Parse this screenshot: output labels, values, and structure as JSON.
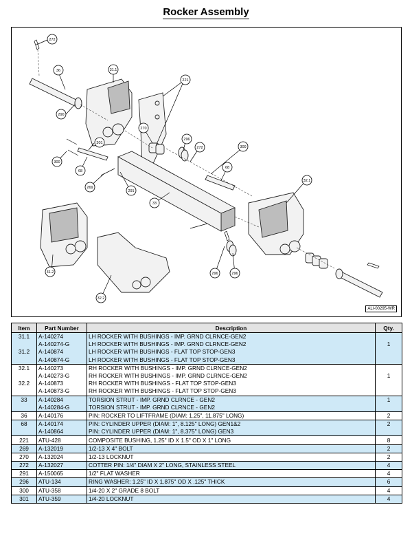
{
  "title": "Rocker Assembly",
  "drawing_number": "ALI-00295-WR",
  "callouts": [
    "272",
    "36",
    "31.1",
    "290",
    "221",
    "270",
    "301",
    "300",
    "68",
    "269",
    "291",
    "296",
    "33",
    "31.2",
    "32.1",
    "32.2",
    "272",
    "296",
    "300",
    "296"
  ],
  "table": {
    "headers": {
      "item": "Item",
      "part_number": "Part Number",
      "description": "Description",
      "qty": "Qty."
    },
    "rows": [
      {
        "item": "31.1",
        "part": "A-140274",
        "desc": "LH ROCKER WITH BUSHINGS - IMP. GRND CLRNCE-GEN2",
        "qty": ""
      },
      {
        "item": "",
        "part": "A-140274-G",
        "desc": "LH ROCKER WITH BUSHINGS - IMP. GRND CLRNCE-GEN2",
        "qty": "1"
      },
      {
        "item": "31.2",
        "part": "A-140874",
        "desc": "LH ROCKER WITH BUSHINGS - FLAT TOP STOP-GEN3",
        "qty": ""
      },
      {
        "item": "",
        "part": "A-140874-G",
        "desc": "LH ROCKER WITH BUSHINGS - FLAT TOP STOP-GEN3",
        "qty": ""
      },
      {
        "item": "32.1",
        "part": "A-140273",
        "desc": "RH ROCKER WITH BUSHINGS - IMP. GRND CLRNCE-GEN2",
        "qty": ""
      },
      {
        "item": "",
        "part": "A-140273-G",
        "desc": "RH ROCKER WITH BUSHINGS - IMP. GRND CLRNCE-GEN2",
        "qty": "1"
      },
      {
        "item": "32.2",
        "part": "A-140873",
        "desc": "RH ROCKER WITH BUSHINGS - FLAT TOP STOP-GEN3",
        "qty": ""
      },
      {
        "item": "",
        "part": "A-140873-G",
        "desc": "RH ROCKER WITH BUSHINGS - FLAT TOP STOP-GEN3",
        "qty": ""
      },
      {
        "item": "33",
        "part": "A-140284",
        "desc": "TORSION STRUT - IMP. GRND CLRNCE - GEN2",
        "qty": "1"
      },
      {
        "item": "",
        "part": "A-140284-G",
        "desc": "TORSION STRUT - IMP. GRND CLRNCE - GEN2",
        "qty": ""
      },
      {
        "item": "36",
        "part": "A-140176",
        "desc": "PIN: ROCKER TO LIFTFRAME (DIAM: 1.25\", 11.875\" LONG)",
        "qty": "2"
      },
      {
        "item": "68",
        "part": "A-140174",
        "desc": "PIN: CYLINDER UPPER (DIAM: 1\", 8.125\" LONG) GEN1&2",
        "qty": "2"
      },
      {
        "item": "",
        "part": "A-140864",
        "desc": "PIN: CYLINDER UPPER (DIAM: 1\", 8.375\" LONG) GEN3",
        "qty": ""
      },
      {
        "item": "221",
        "part": "ATU-428",
        "desc": "COMPOSITE BUSHING, 1.25\" ID X 1.5\" OD X 1\" LONG",
        "qty": "8"
      },
      {
        "item": "269",
        "part": "A-132019",
        "desc": "1/2-13 X 4\" BOLT",
        "qty": "2"
      },
      {
        "item": "270",
        "part": "A-132024",
        "desc": "1/2-13 LOCKNUT",
        "qty": "2"
      },
      {
        "item": "272",
        "part": "A-132027",
        "desc": "COTTER PIN: 1/4\" DIAM X 2\" LONG, STAINLESS STEEL",
        "qty": "4"
      },
      {
        "item": "291",
        "part": "A-150065",
        "desc": "1/2\" FLAT WASHER",
        "qty": "4"
      },
      {
        "item": "296",
        "part": "ATU-134",
        "desc": "RING WASHER: 1.25\" ID X 1.875\" OD X .125\" THICK",
        "qty": "6"
      },
      {
        "item": "300",
        "part": "ATU-358",
        "desc": "1/4-20 X 2\" GRADE 8 BOLT",
        "qty": "4"
      },
      {
        "item": "301",
        "part": "ATU-359",
        "desc": "1/4-20 LOCKNUT",
        "qty": "4"
      }
    ]
  }
}
